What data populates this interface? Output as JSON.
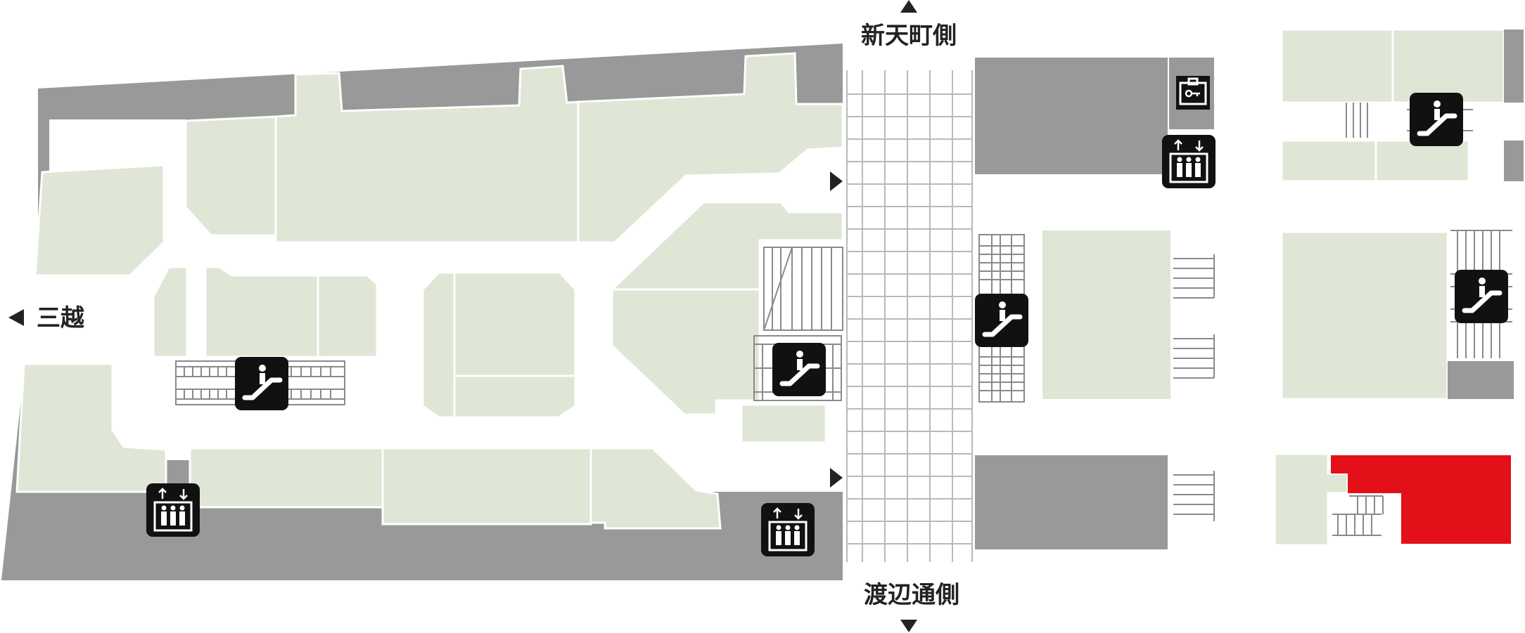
{
  "labels": {
    "north_side": "新天町側",
    "south_side": "渡辺通側",
    "west_side": "三越"
  },
  "colors": {
    "shop": "#dfe6d6",
    "back": "#999999",
    "walkway": "#ffffff",
    "highlight": "#e3101a",
    "icon_bg": "#111111",
    "lines": "#b9b9b9",
    "text": "#222222"
  },
  "icons": {
    "escalator": "escalator-icon",
    "elevator": "elevator-icon",
    "locker": "coin-locker-icon",
    "arrow": "direction-arrow-icon"
  }
}
